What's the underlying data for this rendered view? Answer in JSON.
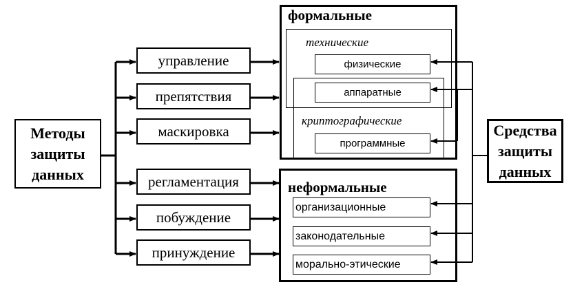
{
  "left_box": {
    "lines": [
      "Методы",
      "защиты",
      "данных"
    ]
  },
  "right_box": {
    "lines": [
      "Средства",
      "защиты",
      "данных"
    ]
  },
  "methods": [
    "управление",
    "препятствия",
    "маскировка",
    "регламентация",
    "побуждение",
    "принуждение"
  ],
  "formal": {
    "title": "формальные",
    "technical": {
      "title": "технические",
      "items": [
        "физические",
        "аппаратные"
      ]
    },
    "crypto": {
      "title": "криптографические",
      "items": [
        "программные"
      ]
    }
  },
  "informal": {
    "title": "неформальные",
    "items": [
      "организационные",
      "законодательные",
      "морально-этические"
    ]
  }
}
